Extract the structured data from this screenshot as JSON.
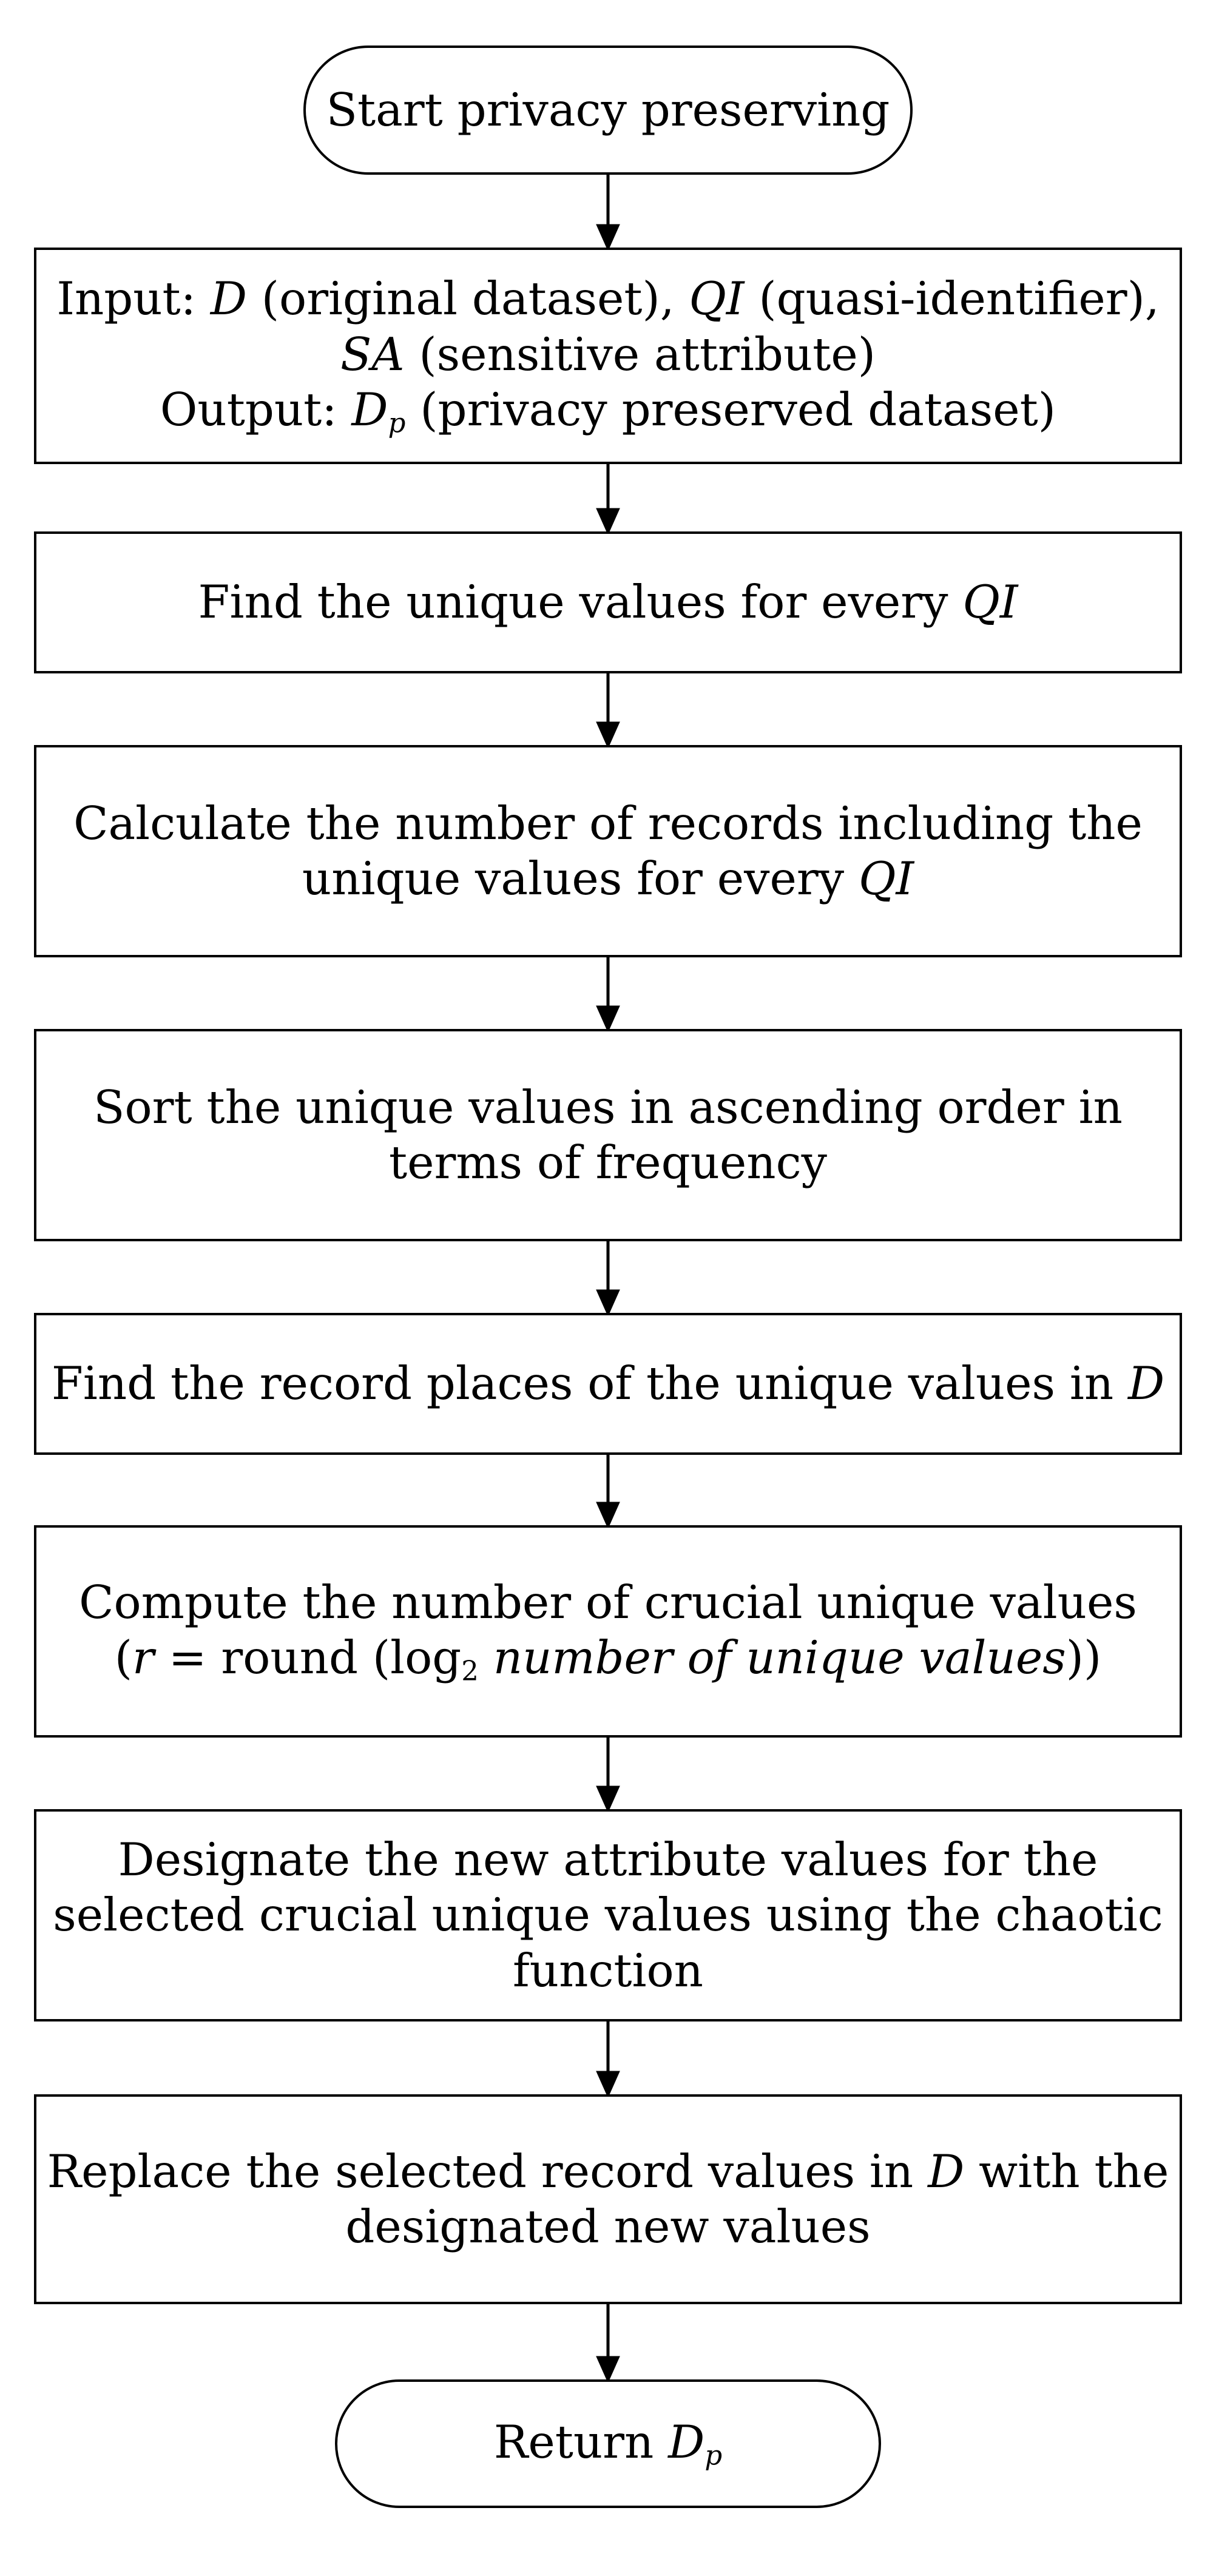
{
  "flowchart": {
    "start": {
      "text": "Start privacy preserving"
    },
    "io": {
      "input_label": "Input: ",
      "d_var": "D",
      "d_desc": " (original dataset), ",
      "qi_var": "QI",
      "qi_desc": " (quasi-identifier),",
      "sa_var": "SA",
      "sa_desc": " (sensitive attribute)",
      "output_label": "Output: ",
      "dp_var": "D",
      "dp_sub": "p",
      "dp_desc": " (privacy preserved dataset)"
    },
    "step1": {
      "text": "Find the unique values for every ",
      "var": "QI"
    },
    "step2": {
      "line1": "Calculate the number of records including the",
      "line2": "unique values for every ",
      "var": "QI"
    },
    "step3": {
      "line1": "Sort the unique values in ascending order in",
      "line2": "terms of frequency"
    },
    "step4": {
      "text": "Find the record places of the unique values in ",
      "var": "D"
    },
    "step5": {
      "line1": "Compute the number of crucial unique values",
      "open": "(",
      "r_var": "r",
      "eq": " = round (log",
      "log_sub": "2",
      "italic": " number of unique values",
      "close": "))"
    },
    "step6": {
      "line1": "Designate the new attribute values for the",
      "line2": "selected crucial unique values using the chaotic",
      "line3": "function"
    },
    "step7": {
      "line1_a": "Replace the selected record values in ",
      "var": "D",
      "line1_b": " with the",
      "line2": "designated new values"
    },
    "end": {
      "text": "Return ",
      "var": "D",
      "sub": "p"
    }
  }
}
